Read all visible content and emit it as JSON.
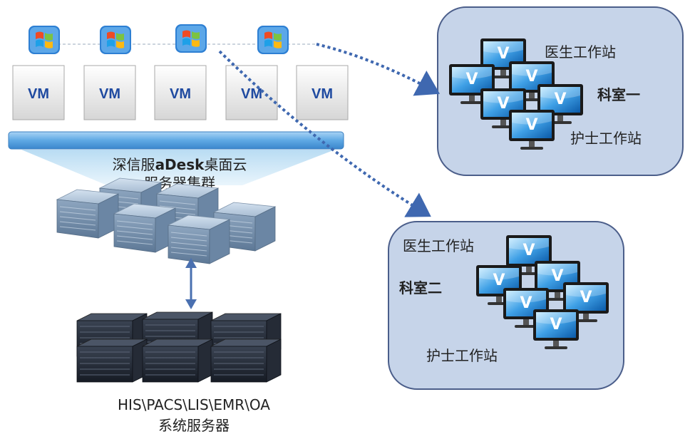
{
  "cluster": {
    "vm_label": "VM",
    "vm_count": 5,
    "title_line1_prefix": "深信服",
    "title_line1_brand": "aDesk",
    "title_line1_suffix": "桌面云",
    "title_line2": "服务器集群"
  },
  "backend": {
    "line1": "HIS\\PACS\\LIS\\EMR\\OA",
    "line2": "系统服务器"
  },
  "dept1": {
    "name": "科室一",
    "doctor": "医生工作站",
    "nurse": "护士工作站"
  },
  "dept2": {
    "name": "科室二",
    "doctor": "医生工作站",
    "nurse": "护士工作站"
  },
  "monitor_glyph": "V",
  "colors": {
    "panel_fill": "#c6d4e9",
    "panel_stroke": "#4b5e8a",
    "arrow": "#3f68b0",
    "bar": "#6aaee6",
    "vm_text": "#1f4aa0"
  }
}
